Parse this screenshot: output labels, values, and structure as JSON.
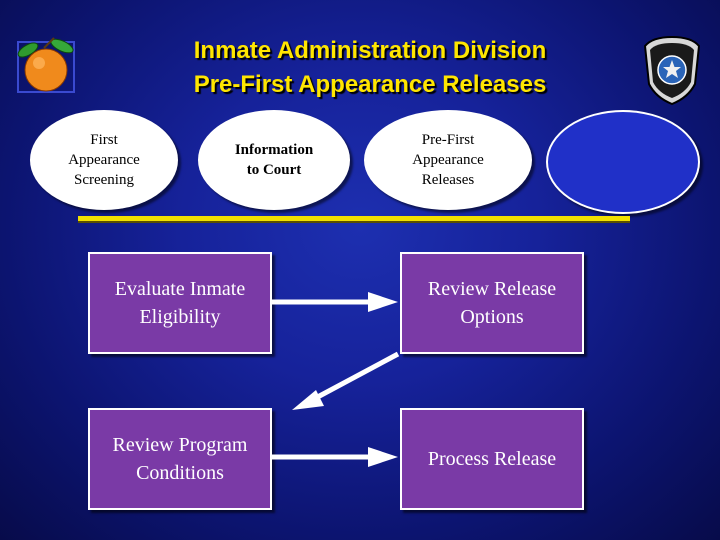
{
  "title": {
    "line1": "Inmate Administration Division",
    "line2": "Pre-First Appearance Releases"
  },
  "colors": {
    "background": "#1420a0",
    "title": "#ffe600",
    "box_fill": "#7a3aa6",
    "timeline": "#f2e000",
    "oval_fill": "#ffffff"
  },
  "phases": [
    {
      "label": "First\nAppearance\nScreening"
    },
    {
      "label": "Information\nto Court"
    },
    {
      "label": "Pre-First\nAppearance\nReleases"
    },
    {
      "label": ""
    }
  ],
  "steps": [
    {
      "label": "Evaluate Inmate\nEligibility"
    },
    {
      "label": "Review Release\nOptions"
    },
    {
      "label": "Review Program\nConditions"
    },
    {
      "label": "Process Release"
    }
  ],
  "icons": {
    "left": "orange-icon",
    "right": "corrections-badge-icon"
  }
}
